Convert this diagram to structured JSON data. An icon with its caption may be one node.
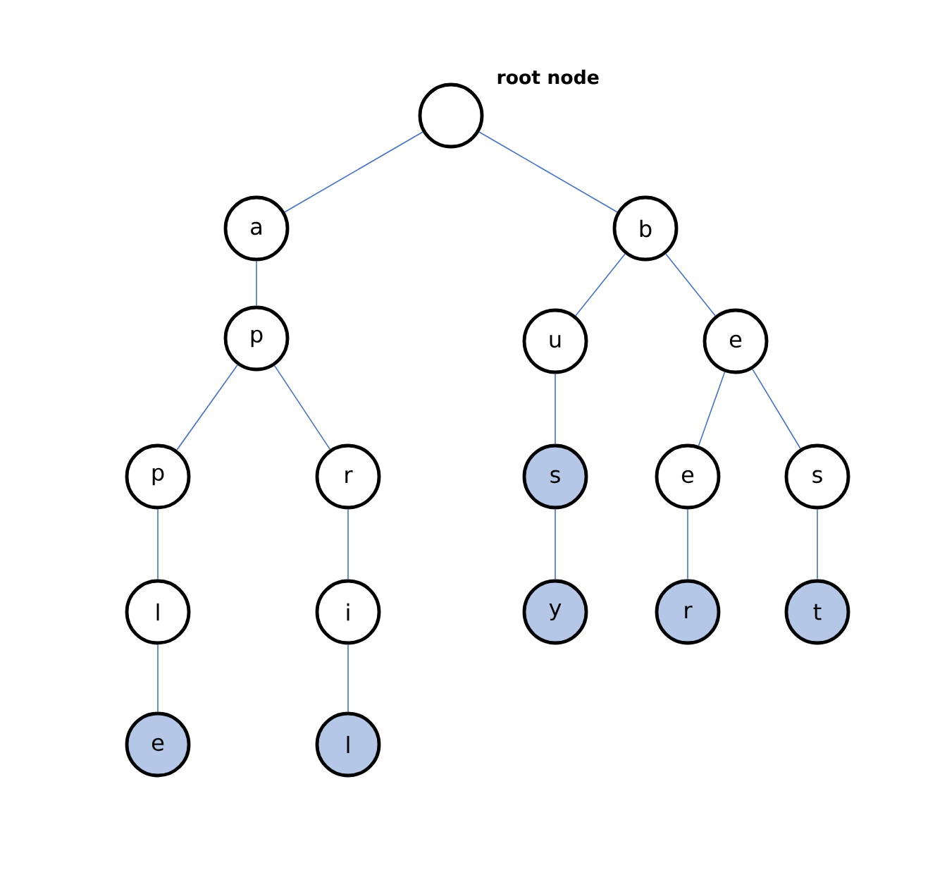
{
  "diagram": {
    "nodes": [
      {
        "text": [],
        "shape": "circle",
        "beside": [
          "root node"
        ]
      },
      {
        "text": [
          "a"
        ]
      },
      {
        "text": [
          "b"
        ]
      },
      {
        "text": [
          "p"
        ]
      },
      {
        "text": [
          "u"
        ]
      },
      {
        "text": [
          "e"
        ]
      },
      {
        "text": [
          "p"
        ]
      },
      {
        "text": [
          "r"
        ]
      },
      {
        "text": [
          "s"
        ]
      },
      {
        "text": [
          "e"
        ]
      },
      {
        "text": [
          "s"
        ]
      },
      {
        "text": [
          "l"
        ]
      },
      {
        "text": [
          "i"
        ]
      },
      {
        "text": [
          "y"
        ]
      },
      {
        "text": [
          "r"
        ]
      },
      {
        "text": [
          "t"
        ]
      },
      {
        "text": [
          "e"
        ]
      },
      {
        "text": [
          "l"
        ]
      }
    ],
    "edges": [
      {
        "from": 0,
        "to": 1,
        "arrow": "none"
      },
      {
        "from": 0,
        "to": 2,
        "arrow": "none"
      },
      {
        "from": 1,
        "to": 3,
        "arrow": "none"
      },
      {
        "from": 2,
        "to": 4,
        "arrow": "none"
      },
      {
        "from": 2,
        "to": 5,
        "arrow": "none"
      },
      {
        "from": 3,
        "to": 6,
        "arrow": "none"
      },
      {
        "from": 3,
        "to": 7,
        "arrow": "none"
      },
      {
        "from": 4,
        "to": 8,
        "arrow": "none"
      },
      {
        "from": 5,
        "to": 9,
        "arrow": "none"
      },
      {
        "from": 5,
        "to": 10,
        "arrow": "none"
      },
      {
        "from": 6,
        "to": 11,
        "arrow": "none"
      },
      {
        "from": 7,
        "to": 12,
        "arrow": "none"
      },
      {
        "from": 8,
        "to": 13,
        "arrow": "none"
      },
      {
        "from": 9,
        "to": 14,
        "arrow": "none"
      },
      {
        "from": 10,
        "to": 15,
        "arrow": "none"
      },
      {
        "from": 11,
        "to": 16,
        "arrow": "none"
      },
      {
        "from": 12,
        "to": 17,
        "arrow": "none"
      }
    ]
  }
}
